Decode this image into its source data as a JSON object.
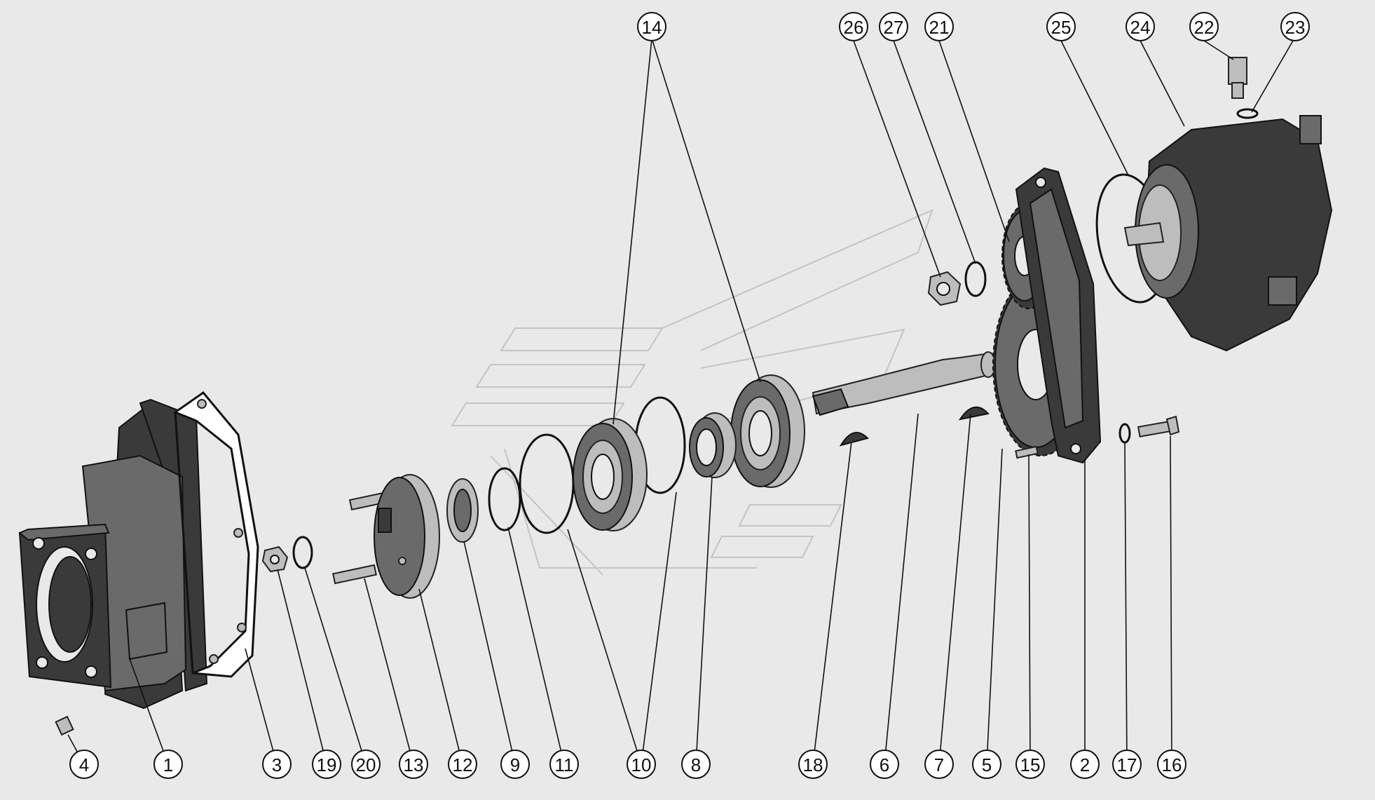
{
  "callouts": {
    "c14": "14",
    "c26": "26",
    "c27": "27",
    "c21": "21",
    "c25": "25",
    "c24": "24",
    "c22": "22",
    "c23": "23",
    "c4": "4",
    "c1": "1",
    "c3": "3",
    "c19": "19",
    "c20": "20",
    "c13": "13",
    "c12": "12",
    "c9": "9",
    "c11": "11",
    "c10": "10",
    "c8": "8",
    "c18": "18",
    "c6": "6",
    "c7": "7",
    "c5": "5",
    "c15": "15",
    "c2": "2",
    "c17": "17",
    "c16": "16"
  }
}
